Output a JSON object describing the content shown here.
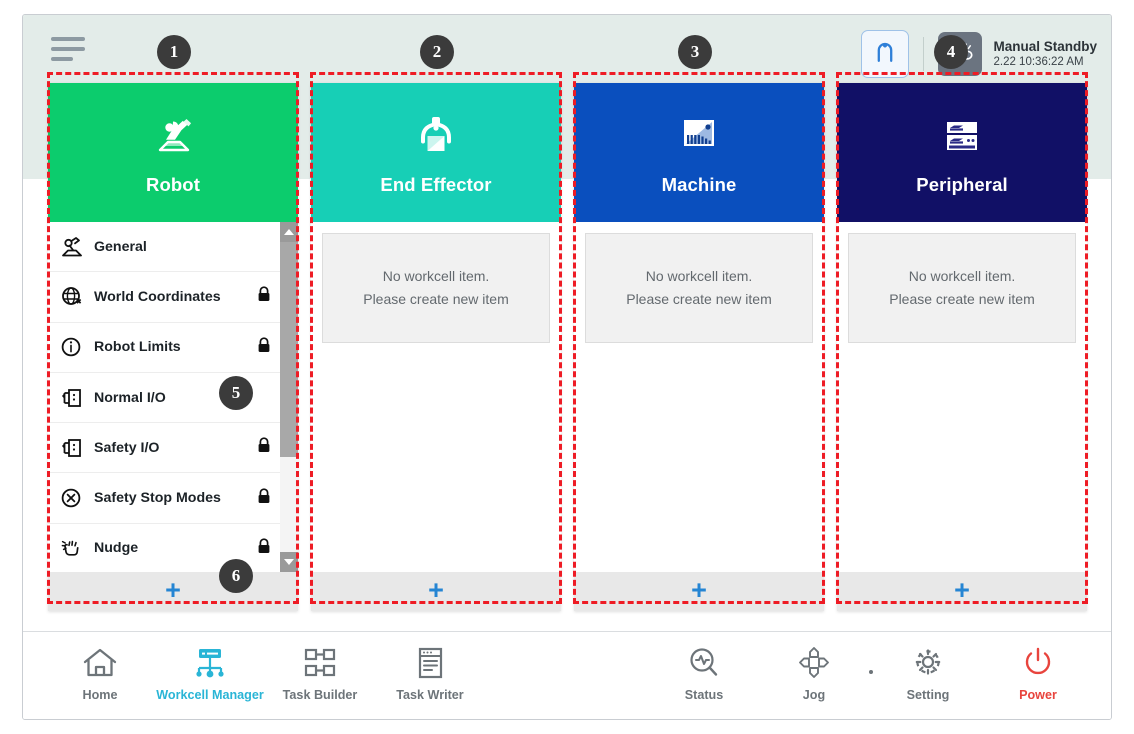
{
  "header": {
    "menu_icon": "hamburger-menu-icon",
    "robot_button_icon": "robot-arm-icon",
    "mode_icon": "manual-hand-icon",
    "status_title": "Manual Standby",
    "status_time": "2.22 10:36:22 AM"
  },
  "columns": [
    {
      "key": "robot",
      "title": "Robot",
      "icon": "robot-arm-icon",
      "color": "#0ccc6d",
      "add_label": "+",
      "type": "menu"
    },
    {
      "key": "end_effector",
      "title": "End Effector",
      "icon": "gripper-icon",
      "color": "#17cfb6",
      "add_label": "+",
      "type": "empty",
      "empty_line1": "No workcell item.",
      "empty_line2": "Please create new item"
    },
    {
      "key": "machine",
      "title": "Machine",
      "icon": "machine-panel-icon",
      "color": "#0a4fbe",
      "add_label": "+",
      "type": "empty",
      "empty_line1": "No workcell item.",
      "empty_line2": "Please create new item"
    },
    {
      "key": "peripheral",
      "title": "Peripheral",
      "icon": "server-rack-icon",
      "color": "#111066",
      "add_label": "+",
      "type": "empty",
      "empty_line1": "No workcell item.",
      "empty_line2": "Please create new item"
    }
  ],
  "robot_menu": [
    {
      "label": "General",
      "icon": "robot-arm-icon",
      "locked": false
    },
    {
      "label": "World Coordinates",
      "icon": "globe-axis-icon",
      "locked": true
    },
    {
      "label": "Robot Limits",
      "icon": "limits-circle-icon",
      "locked": true
    },
    {
      "label": "Normal I/O",
      "icon": "io-port-icon",
      "locked": false
    },
    {
      "label": "Safety I/O",
      "icon": "io-port-icon",
      "locked": true
    },
    {
      "label": "Safety Stop Modes",
      "icon": "stop-x-icon",
      "locked": true
    },
    {
      "label": "Nudge",
      "icon": "hand-nudge-icon",
      "locked": true
    }
  ],
  "bottom_nav_left": [
    {
      "label": "Home",
      "icon": "home-icon",
      "active": false
    },
    {
      "label": "Workcell Manager",
      "icon": "workcell-manager-icon",
      "active": true
    },
    {
      "label": "Task Builder",
      "icon": "task-builder-icon",
      "active": false
    },
    {
      "label": "Task Writer",
      "icon": "task-writer-icon",
      "active": false
    }
  ],
  "bottom_nav_right": [
    {
      "label": "Status",
      "icon": "status-pulse-icon",
      "variant": "normal"
    },
    {
      "label": "Jog",
      "icon": "jog-arrows-icon",
      "variant": "normal"
    },
    {
      "label": "Setting",
      "icon": "gear-icon",
      "variant": "normal"
    },
    {
      "label": "Power",
      "icon": "power-icon",
      "variant": "power"
    }
  ],
  "annotations": [
    {
      "number": "1"
    },
    {
      "number": "2"
    },
    {
      "number": "3"
    },
    {
      "number": "4"
    },
    {
      "number": "5"
    },
    {
      "number": "6"
    }
  ],
  "colors": {
    "accent_blue": "#2585d3",
    "active_teal": "#2ab5d6",
    "power_red": "#e8443d",
    "annotation_red": "#ee1c25",
    "header_bg": "#e3ece9"
  }
}
